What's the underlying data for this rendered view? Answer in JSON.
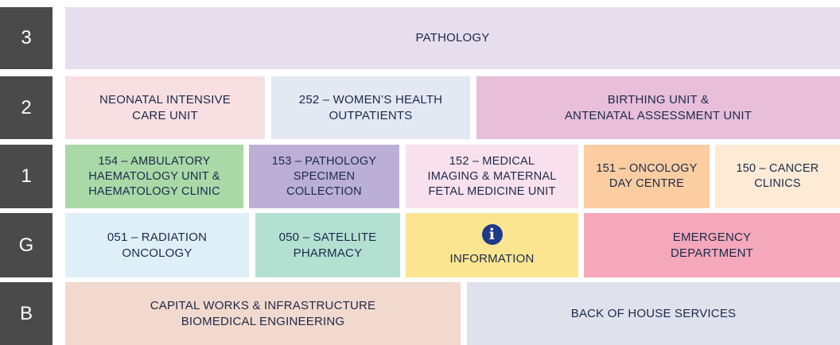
{
  "levels": {
    "l3": "3",
    "l2": "2",
    "l1": "1",
    "lg": "G",
    "lb": "B"
  },
  "floor3": {
    "pathology": "PATHOLOGY"
  },
  "floor2": {
    "neonatal": "NEONATAL INTENSIVE\nCARE UNIT",
    "womens": "252 – WOMEN’S HEALTH\nOUTPATIENTS",
    "birthing": "BIRTHING UNIT &\nANTENATAL ASSESSMENT UNIT"
  },
  "floor1": {
    "ambulatory": "154 – AMBULATORY\nHAEMATOLOGY UNIT &\nHAEMATOLOGY CLINIC",
    "specimen": "153 – PATHOLOGY\nSPECIMEN\nCOLLECTION",
    "imaging": "152 – MEDICAL\nIMAGING & MATERNAL\nFETAL MEDICINE UNIT",
    "oncology_day": "151 – ONCOLOGY\nDAY CENTRE",
    "cancer": "150 – CANCER\nCLINICS"
  },
  "ground": {
    "radiation": "051 – RADIATION\nONCOLOGY",
    "pharmacy": "050 – SATELLITE\nPHARMACY",
    "info_glyph": "i",
    "information": "INFORMATION",
    "emergency": "EMERGENCY\nDEPARTMENT"
  },
  "basement": {
    "capital": "CAPITAL WORKS & INFRASTRUCTURE\nBIOMEDICAL ENGINEERING",
    "back_of_house": "BACK OF HOUSE SERVICES"
  },
  "colors": {
    "level_badge": "#4a4a4a",
    "pathology": "#e6dded",
    "neonatal": "#f8e0e2",
    "womens": "#e3e8f3",
    "birthing": "#e8bed9",
    "ambulatory": "#aad9a8",
    "specimen": "#bcafd6",
    "imaging": "#f8e0ec",
    "oncology_day": "#fbcda1",
    "cancer": "#fdebd5",
    "radiation": "#dfeff8",
    "pharmacy": "#b4e0d2",
    "information": "#fbe591",
    "emergency": "#f5a8b9",
    "capital": "#f2d9cd",
    "back_of_house": "#dfe1ec",
    "info_icon": "#1e3a8a"
  }
}
